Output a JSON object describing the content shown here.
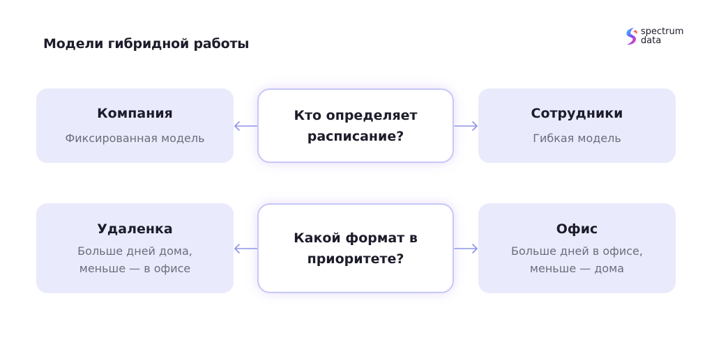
{
  "title": "Модели гибридной работы",
  "logo": {
    "line1": "spectrum",
    "line2": "data"
  },
  "rows": [
    {
      "left": {
        "title": "Компания",
        "subtitle": "Фиксированная модель"
      },
      "center": {
        "question": "Кто определяет расписание?"
      },
      "right": {
        "title": "Сотрудники",
        "subtitle": "Гибкая модель"
      }
    },
    {
      "left": {
        "title": "Удаленка",
        "subtitle_line1": "Больше дней дома,",
        "subtitle_line2": "меньше — в офисе"
      },
      "center": {
        "question": "Какой формат в приоритете?"
      },
      "right": {
        "title": "Офис",
        "subtitle_line1": "Больше дней в офисе,",
        "subtitle_line2": "меньше — дома"
      }
    }
  ],
  "colors": {
    "side_box_bg": "#e9eafb",
    "center_border": "#c6c8f6",
    "arrow": "#8f93e8"
  }
}
